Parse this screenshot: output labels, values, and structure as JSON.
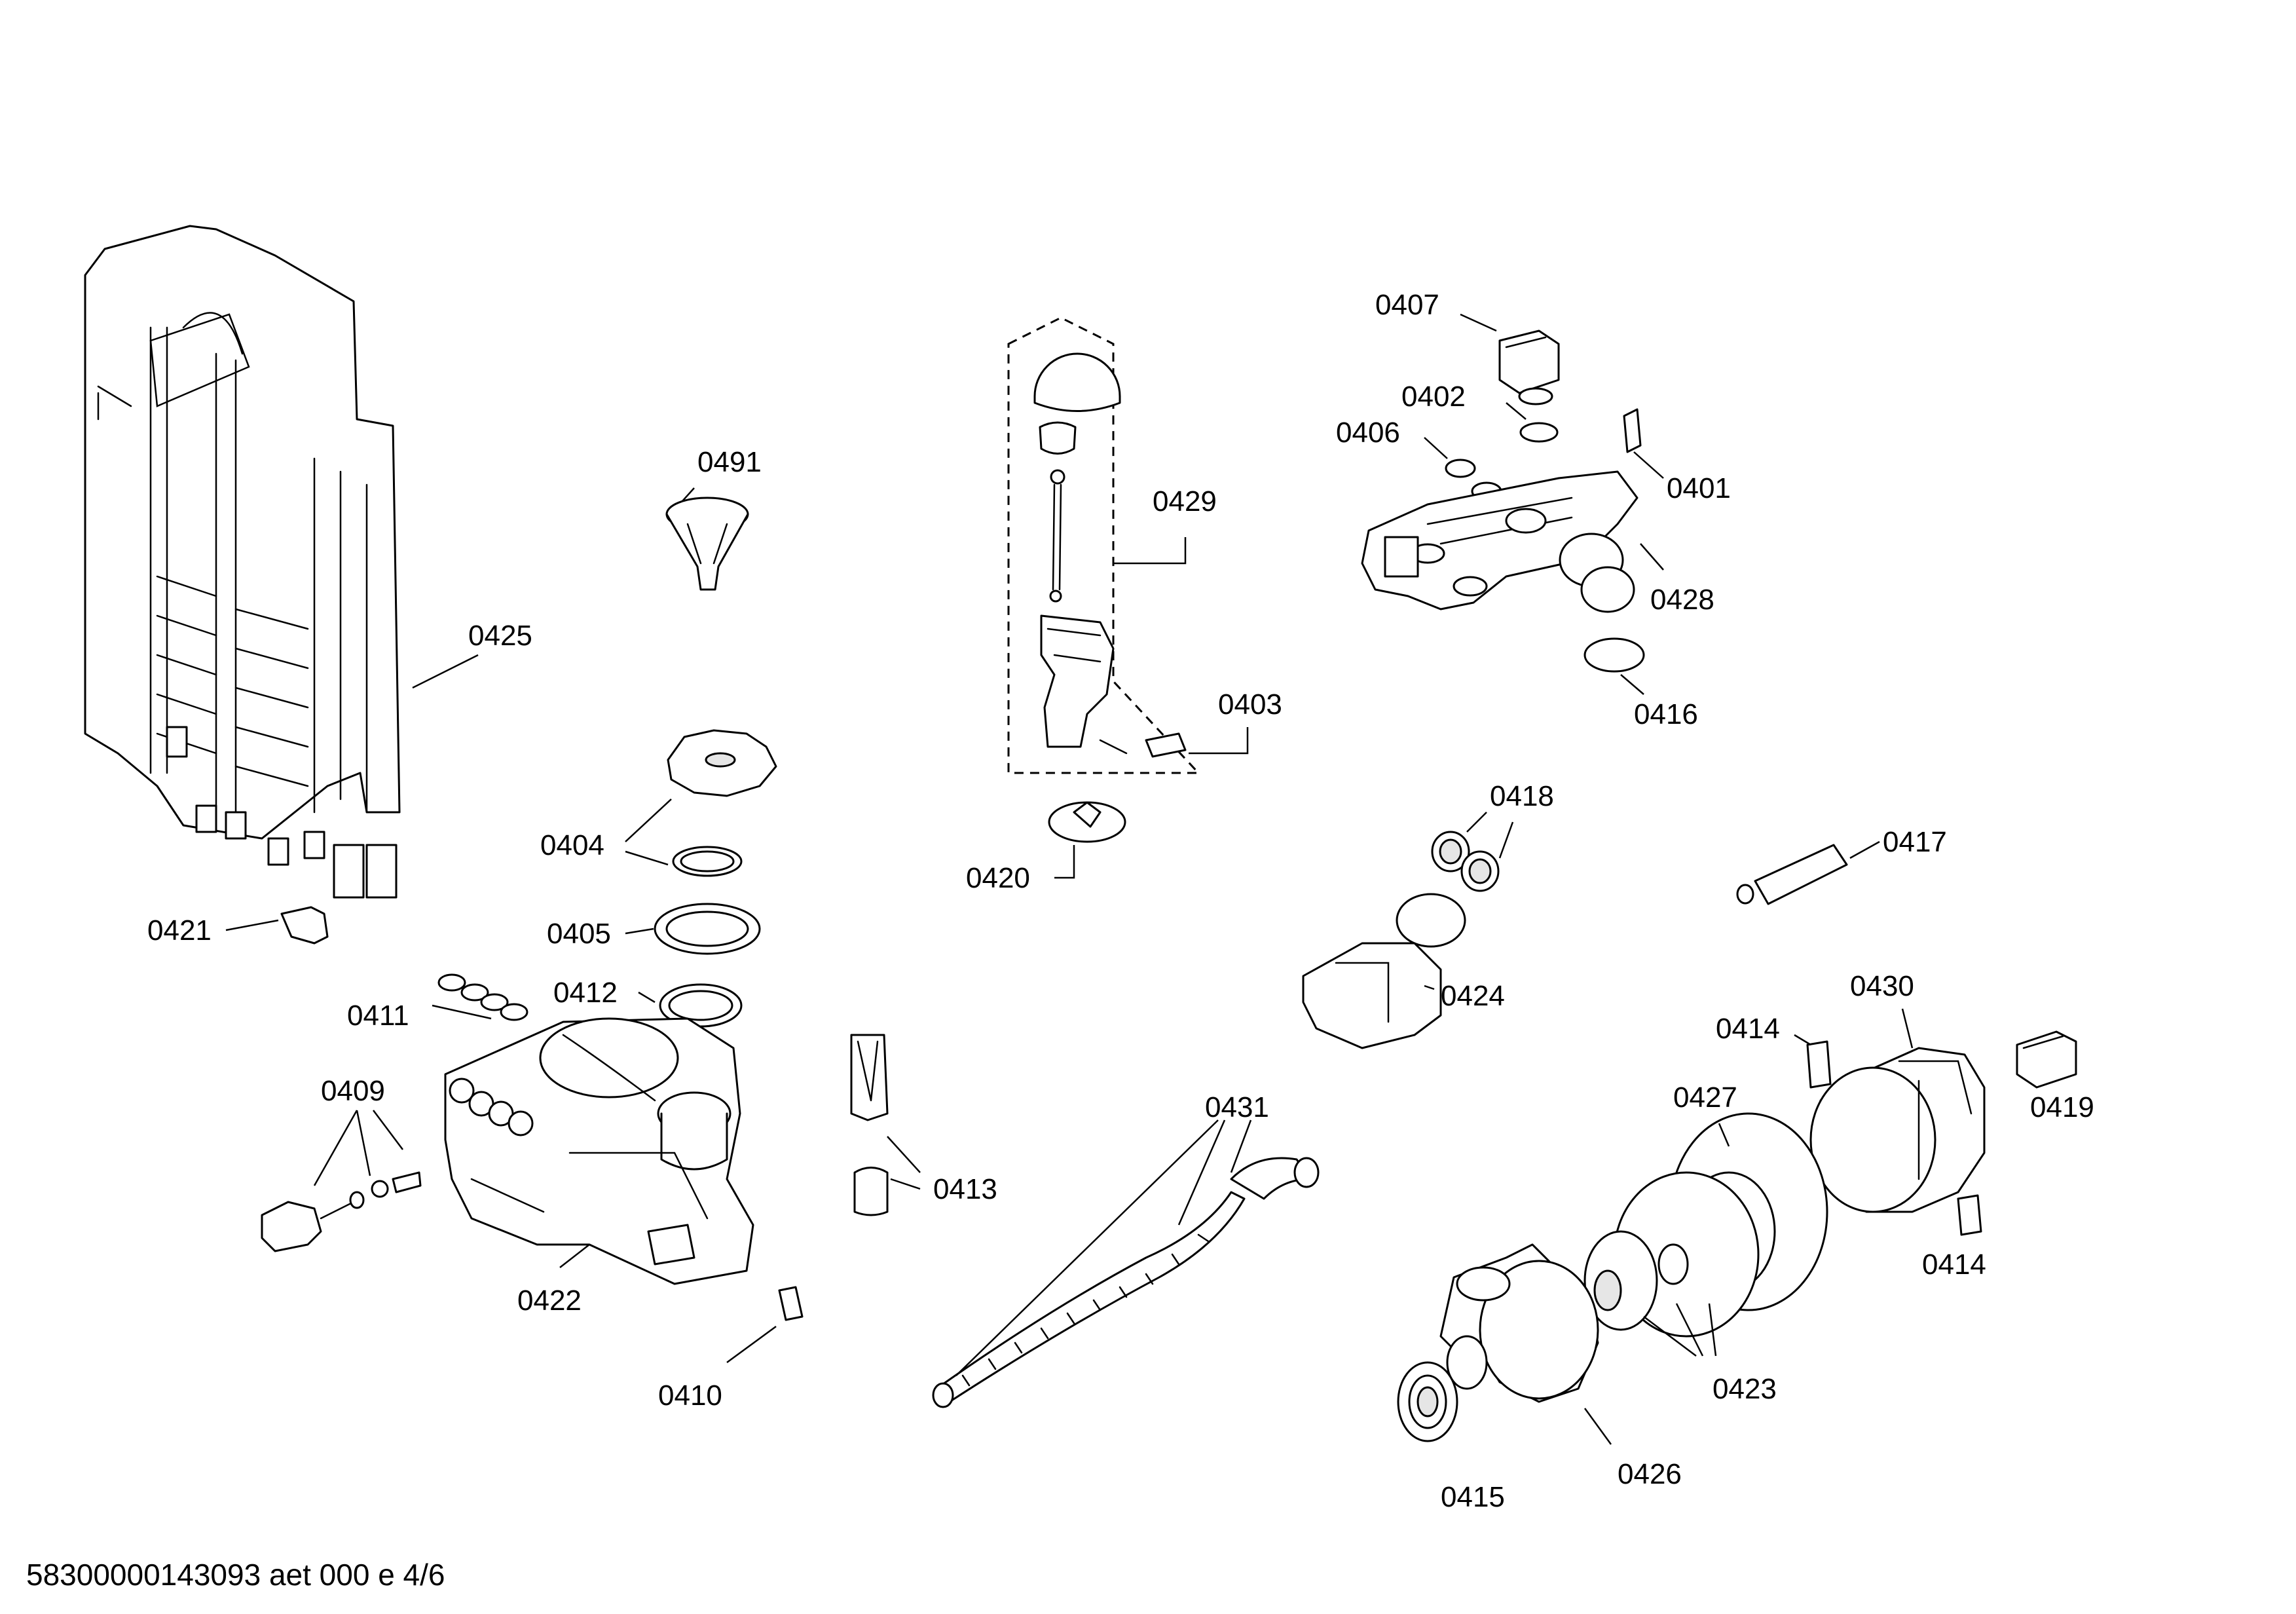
{
  "labels": {
    "l0425": "0425",
    "l0491": "0491",
    "l0429": "0429",
    "l0407": "0407",
    "l0402": "0402",
    "l0406": "0406",
    "l0401": "0401",
    "l0428": "0428",
    "l0416": "0416",
    "l0403": "0403",
    "l0404": "0404",
    "l0420": "0420",
    "l0418": "0418",
    "l0417": "0417",
    "l0421": "0421",
    "l0405": "0405",
    "l0424": "0424",
    "l0430": "0430",
    "l0412": "0412",
    "l0411": "0411",
    "l0414a": "0414",
    "l0419": "0419",
    "l0409": "0409",
    "l0427": "0427",
    "l0431": "0431",
    "l0413": "0413",
    "l0414b": "0414",
    "l0422": "0422",
    "l0423": "0423",
    "l0410": "0410",
    "l0426": "0426",
    "l0415": "0415"
  },
  "footer": "58300000143093 aet 000 e 4/6"
}
